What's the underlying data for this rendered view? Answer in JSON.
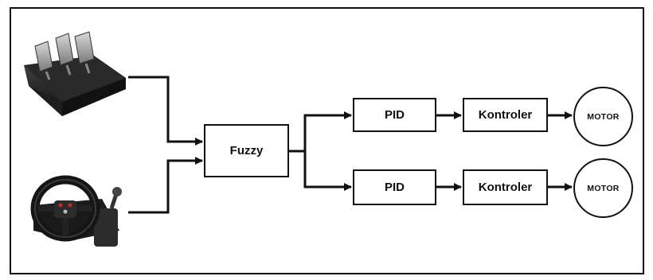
{
  "diagram": {
    "fuzzy_label": "Fuzzy",
    "pid_top_label": "PID",
    "pid_bottom_label": "PID",
    "controller_top_label": "Kontroler",
    "controller_bottom_label": "Kontroler",
    "motor_top_label": "MOTOR",
    "motor_bottom_label": "MOTOR"
  },
  "colors": {
    "line": "#111111",
    "background": "#ffffff"
  },
  "icons": [
    "pedals-icon",
    "steering-wheel-icon"
  ]
}
